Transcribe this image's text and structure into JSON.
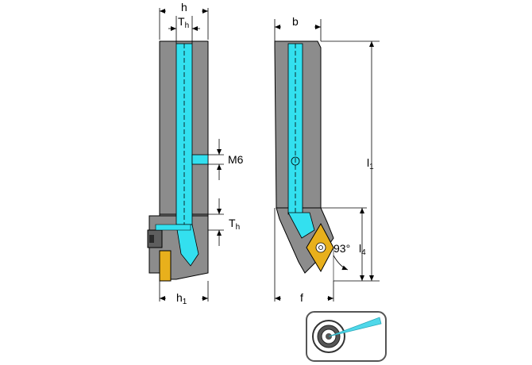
{
  "labels": {
    "h": "h",
    "th_top": "T",
    "th_top_sub": "h",
    "b": "b",
    "m6": "M6",
    "th_side": "T",
    "th_side_sub": "h",
    "l1": "l",
    "l1_sub": "1",
    "angle": "93°",
    "l4": "l",
    "l4_sub": "4",
    "h1": "h",
    "h1_sub": "1",
    "f": "f"
  },
  "colors": {
    "body": "#8c8c8c",
    "body_dark": "#5e5e5e",
    "coolant": "#33e0ef",
    "insert": "#e8b01c",
    "line": "#000000",
    "icon_frame": "#555555",
    "icon_beam": "#4fd8ea"
  },
  "icons": {
    "coolant_symbol": "coolant-target-icon"
  }
}
